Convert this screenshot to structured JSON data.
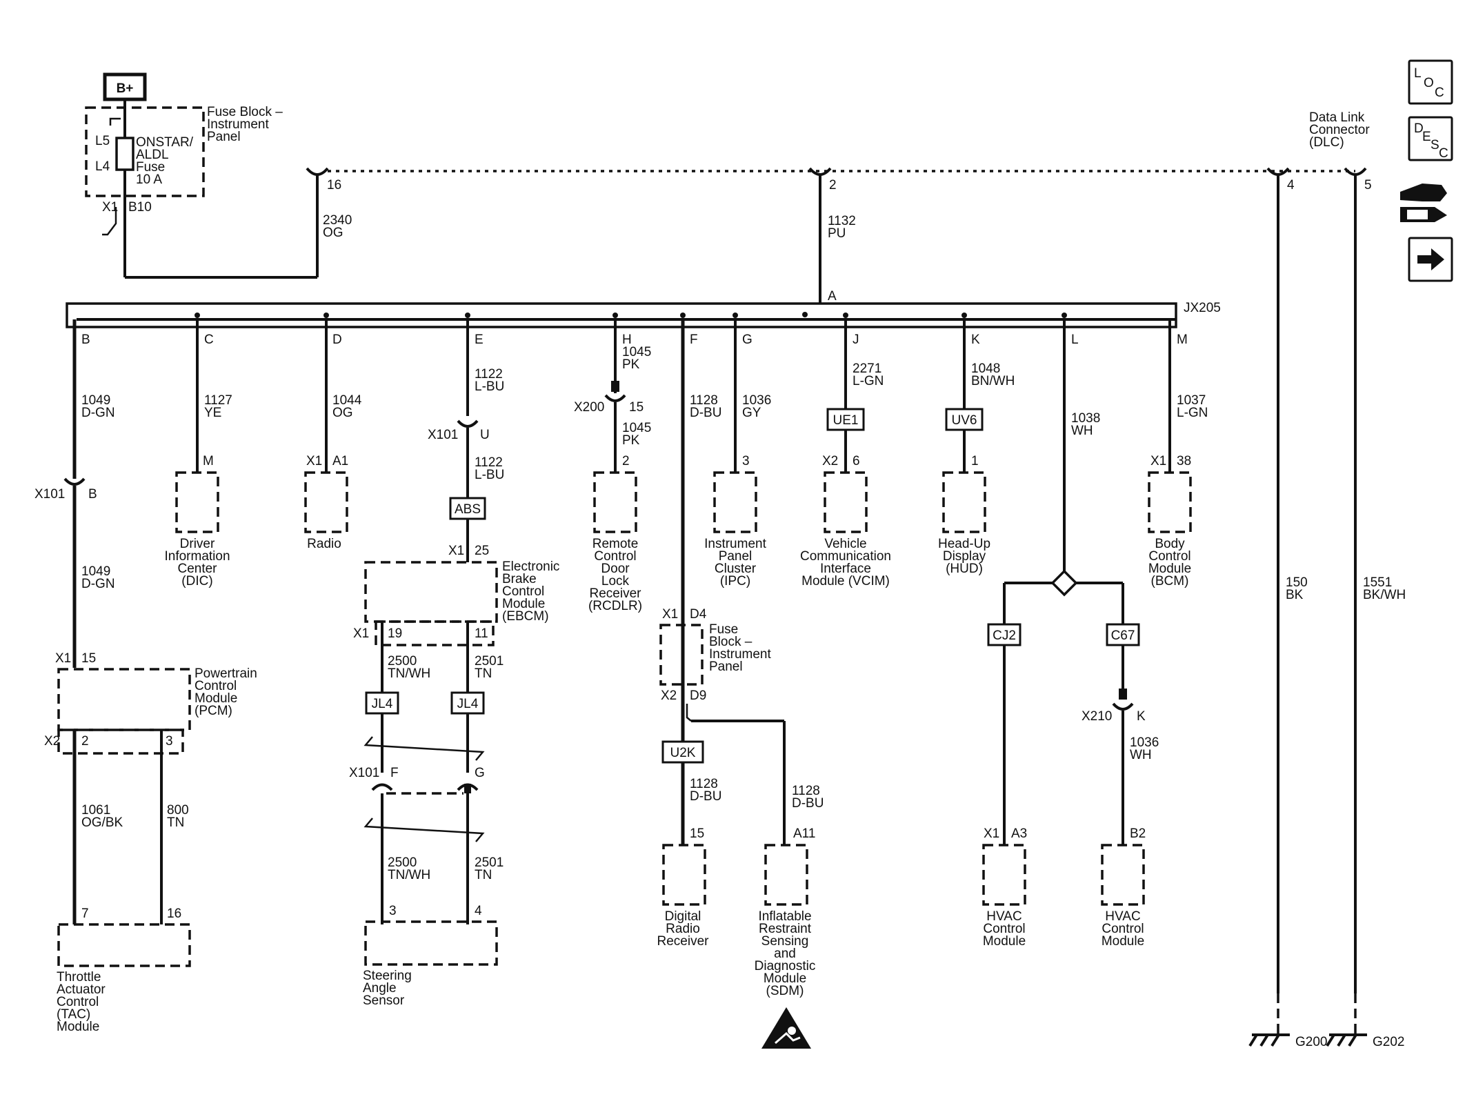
{
  "fuse_block": {
    "supply": "B+",
    "title": [
      "Fuse Block –",
      "Instrument",
      "Panel"
    ],
    "fuse": [
      "ONSTAR/",
      "ALDL",
      "Fuse",
      "10 A"
    ],
    "l5": "L5",
    "l4": "L4",
    "x1": "X1",
    "b10": "B10"
  },
  "feeds": {
    "w16_pin": "16",
    "w16": [
      "2340",
      "OG"
    ],
    "w2_pin": "2",
    "w2": [
      "1132",
      "PU"
    ],
    "a_pin": "A"
  },
  "splice": "JX205",
  "dlc": {
    "title": [
      "Data Link",
      "Connector",
      "(DLC)"
    ],
    "pin4": "4",
    "pin5": "5",
    "g200": "G200",
    "g202": "G202",
    "w4": [
      "150",
      "BK"
    ],
    "w5": [
      "1551",
      "BK/WH"
    ]
  },
  "side_icons": {
    "loc": [
      "L",
      "O",
      "C"
    ],
    "desc": [
      "D",
      "E",
      "S",
      "C"
    ]
  },
  "branches": {
    "B": {
      "pin": "B",
      "wire1": [
        "1049",
        "D-GN"
      ],
      "conn": "X101",
      "conn_pin": "B",
      "wire2": [
        "1049",
        "D-GN"
      ]
    },
    "C": {
      "pin": "C",
      "wire": [
        "1127",
        "YE"
      ],
      "mpin": "M",
      "name": [
        "Driver",
        "Information",
        "Center",
        "(DIC)"
      ]
    },
    "D": {
      "pin": "D",
      "wire": [
        "1044",
        "OG"
      ],
      "x": "X1",
      "mpin": "A1",
      "name": [
        "Radio"
      ]
    },
    "E": {
      "pin": "E",
      "wire1": [
        "1122",
        "L-BU"
      ],
      "conn": "X101",
      "conn_pin": "U",
      "wire2": [
        "1122",
        "L-BU"
      ],
      "opt": "ABS",
      "x": "X1",
      "mpin": "25"
    },
    "H": {
      "pin": "H",
      "wire1": [
        "1045",
        "PK"
      ],
      "conn": "X200",
      "conn_pin": "15",
      "wire2": [
        "1045",
        "PK"
      ],
      "mpin": "2",
      "name": [
        "Remote",
        "Control",
        "Door",
        "Lock",
        "Receiver",
        "(RCDLR)"
      ]
    },
    "F": {
      "pin": "F",
      "wire1": [
        "1128",
        "D-BU"
      ],
      "x1": "X1",
      "d4": "D4",
      "x2": "X2",
      "d9": "D9",
      "fb": [
        "Fuse",
        "Block –",
        "Instrument",
        "Panel"
      ],
      "opt": "U2K",
      "wire2": [
        "1128",
        "D-BU"
      ],
      "mpin2": "15",
      "name2": [
        "Digital",
        "Radio",
        "Receiver"
      ],
      "wire3": [
        "1128",
        "D-BU"
      ],
      "mpin3": "A11",
      "name3": [
        "Inflatable",
        "Restraint",
        "Sensing",
        "and",
        "Diagnostic",
        "Module",
        "(SDM)"
      ]
    },
    "G": {
      "pin": "G",
      "wire": [
        "1036",
        "GY"
      ],
      "mpin": "3",
      "name": [
        "Instrument",
        "Panel",
        "Cluster",
        "(IPC)"
      ]
    },
    "J": {
      "pin": "J",
      "wire": [
        "2271",
        "L-GN"
      ],
      "opt": "UE1",
      "x": "X2",
      "mpin": "6",
      "name": [
        "Vehicle",
        "Communication",
        "Interface",
        "Module (VCIM)"
      ]
    },
    "K": {
      "pin": "K",
      "wire": [
        "1048",
        "BN/WH"
      ],
      "opt": "UV6",
      "mpin": "1",
      "name": [
        "Head-Up",
        "Display",
        "(HUD)"
      ]
    },
    "L": {
      "pin": "L",
      "wire1": [
        "1038",
        "WH"
      ],
      "opt_left": "CJ2",
      "opt_right": "C67",
      "x1": "X1",
      "mpin_left": "A3",
      "name_left": [
        "HVAC",
        "Control",
        "Module"
      ],
      "conn": "X210",
      "conn_pin": "K",
      "wire2": [
        "1036",
        "WH"
      ],
      "mpin_right": "B2",
      "name_right": [
        "HVAC",
        "Control",
        "Module"
      ]
    },
    "M": {
      "pin": "M",
      "wire": [
        "1037",
        "L-GN"
      ],
      "x": "X1",
      "mpin": "38",
      "name": [
        "Body",
        "Control",
        "Module",
        "(BCM)"
      ]
    }
  },
  "ebcm": {
    "name": [
      "Electronic",
      "Brake",
      "Control",
      "Module",
      "(EBCM)"
    ],
    "x1": "X1",
    "p19": "19",
    "p11": "11",
    "w1": [
      "2500",
      "TN/WH"
    ],
    "w2": [
      "2501",
      "TN"
    ],
    "opt": "JL4",
    "conn": "X101",
    "cF": "F",
    "cG": "G",
    "w3": [
      "2500",
      "TN/WH"
    ],
    "w4": [
      "2501",
      "TN"
    ],
    "p3": "3",
    "p4": "4",
    "sensor": [
      "Steering",
      "Angle",
      "Sensor"
    ]
  },
  "pcm": {
    "x1": "X1",
    "p15": "15",
    "name": [
      "Powertrain",
      "Control",
      "Module",
      "(PCM)"
    ],
    "x2": "X2",
    "p2": "2",
    "p3": "3",
    "w1": [
      "1061",
      "OG/BK"
    ],
    "w2": [
      "800",
      "TN"
    ],
    "p7": "7",
    "p16": "16",
    "tac": [
      "Throttle",
      "Actuator",
      "Control",
      "(TAC)",
      "Module"
    ]
  }
}
